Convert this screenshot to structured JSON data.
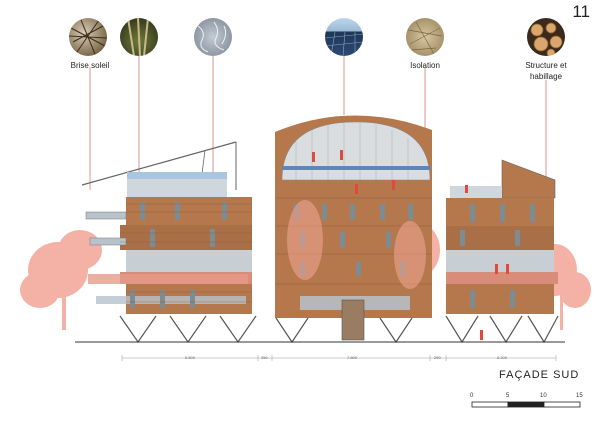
{
  "page": {
    "number": "11"
  },
  "materials": [
    {
      "id": "brise-soleil",
      "label": "Brise soleil",
      "image": "wood-branches"
    },
    {
      "id": "bamboo",
      "label": "",
      "image": "bamboo-poles"
    },
    {
      "id": "plaster",
      "label": "",
      "image": "textured-plaster"
    },
    {
      "id": "solar",
      "label": "",
      "image": "solar-panels"
    },
    {
      "id": "isolation",
      "label": "Isolation",
      "image": "straw-insulation"
    },
    {
      "id": "structure",
      "label": "Structure et\nhabillage",
      "image": "timber-logs"
    }
  ],
  "drawing": {
    "title": "FAÇADE SUD",
    "dimensions": [
      "5.500",
      "250",
      "7.800",
      "250",
      "5.200"
    ]
  },
  "scale_bar": {
    "ticks": [
      "0",
      "5",
      "10",
      "15"
    ]
  },
  "colors": {
    "wood": "#b5784d",
    "wood_dark": "#8a5637",
    "tree_pink": "#f2a596",
    "accent_red": "#e04a3c",
    "glass": "#c9d3dc",
    "structure": "#555555"
  }
}
